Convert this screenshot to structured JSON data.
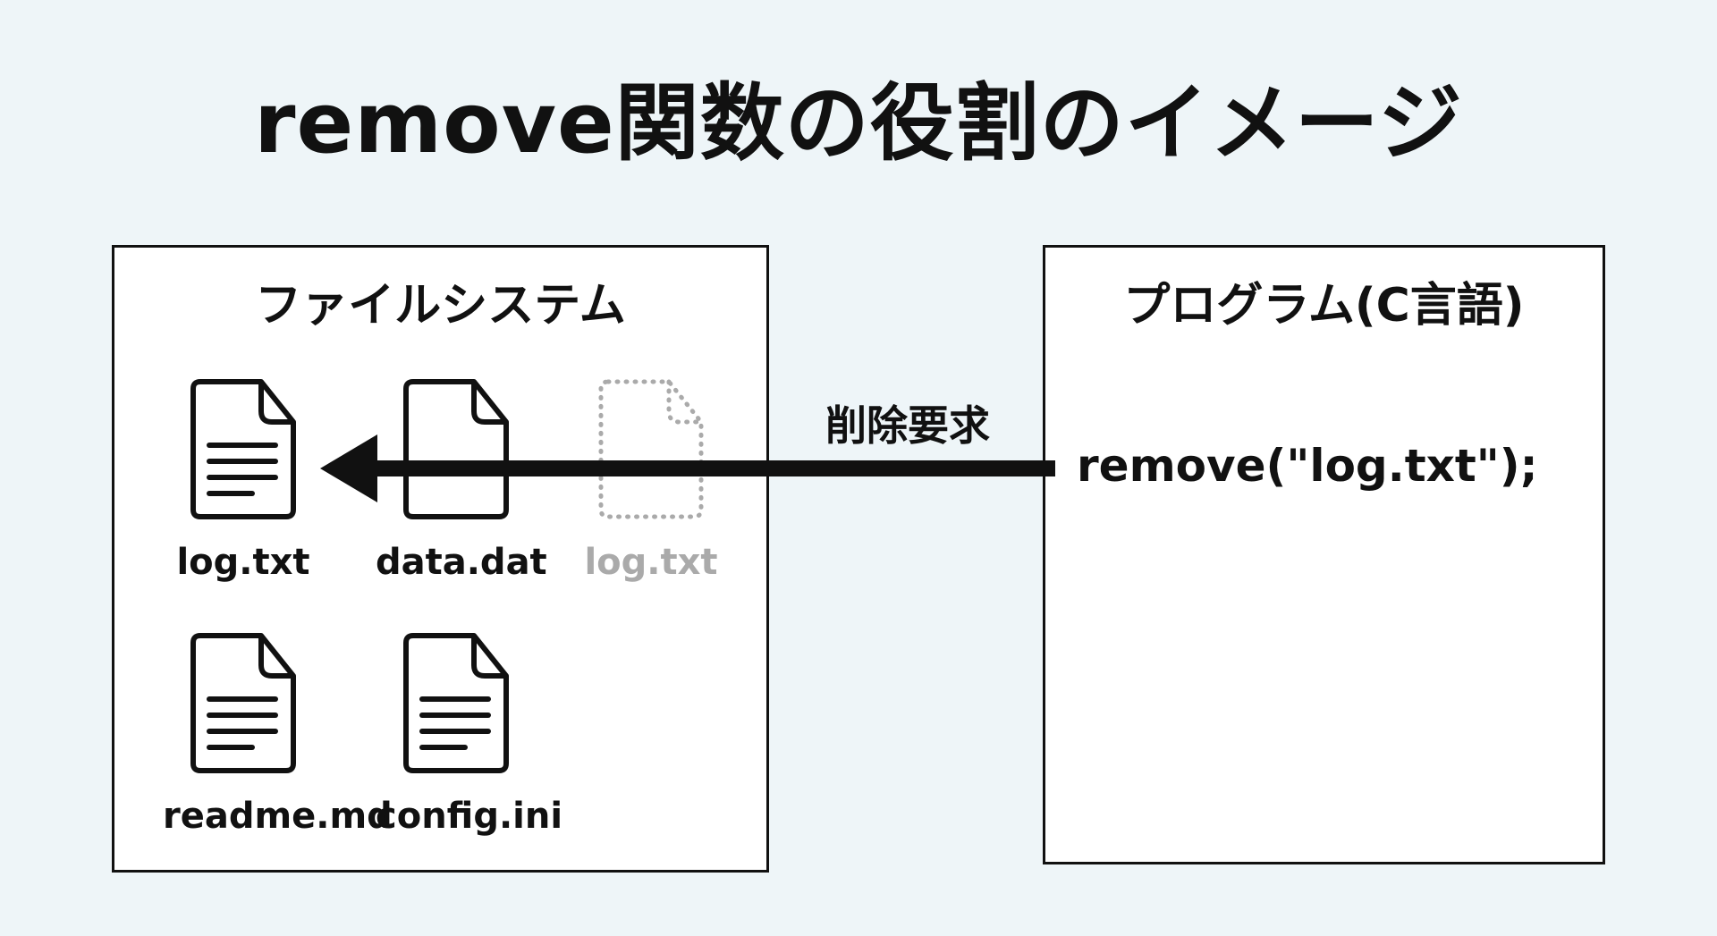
{
  "title": "remove関数の役割のイメージ",
  "file_system": {
    "heading": "ファイルシステム",
    "files": [
      {
        "name": "log.txt",
        "state": "target"
      },
      {
        "name": "data.dat",
        "state": "normal"
      },
      {
        "name": "log.txt",
        "state": "deleted"
      },
      {
        "name": "readme.md",
        "state": "normal"
      },
      {
        "name": "config.ini",
        "state": "normal"
      }
    ]
  },
  "program": {
    "heading": "プログラム(C言語)",
    "code": "remove(\"log.txt\");"
  },
  "arrow_label": "削除要求",
  "colors": {
    "background": "#eef5f8",
    "ink": "#111111",
    "ghost": "#aaaaaa"
  }
}
